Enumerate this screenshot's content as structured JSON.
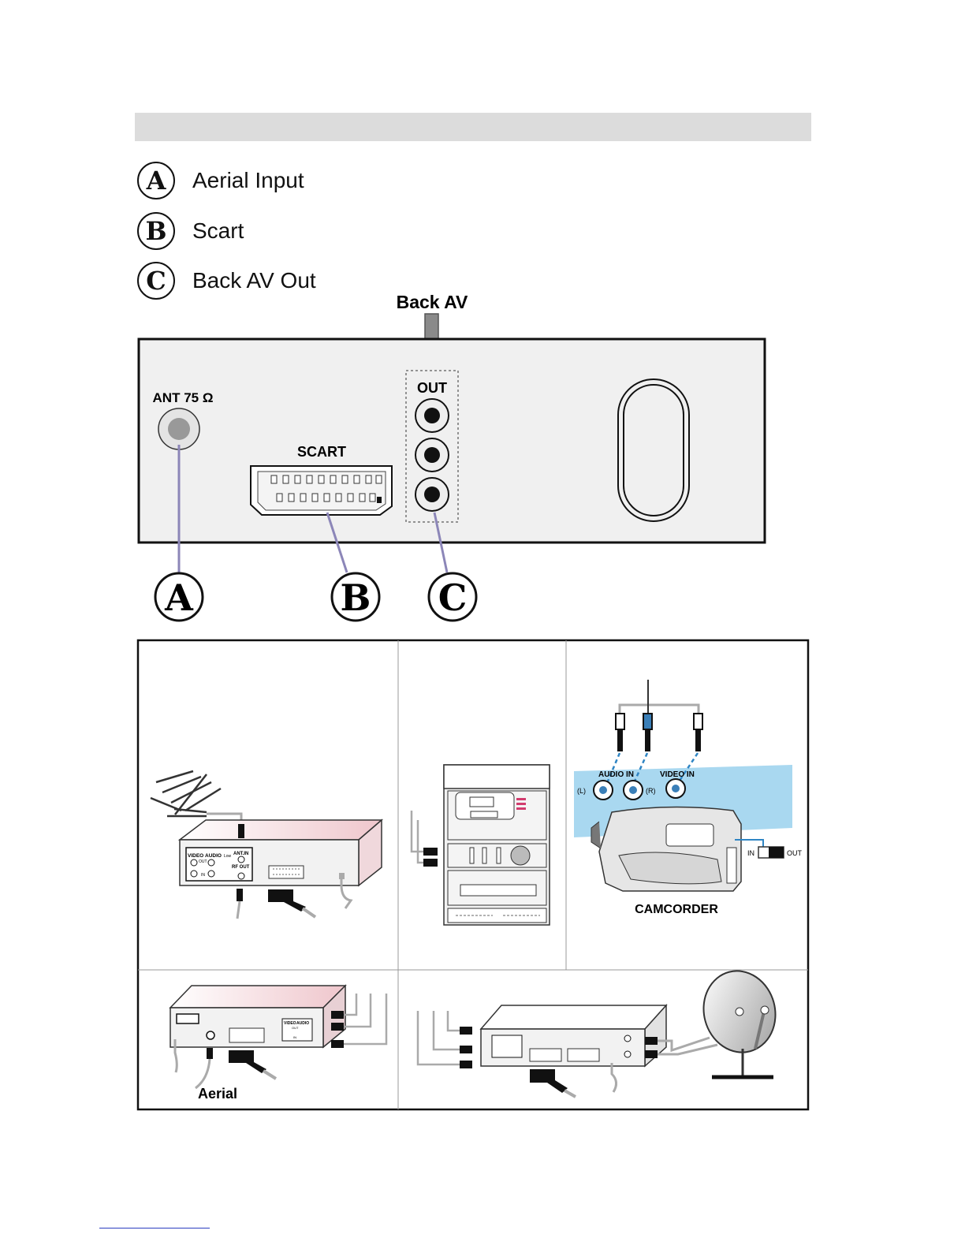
{
  "legend": [
    {
      "badge": "A",
      "label": "Aerial Input"
    },
    {
      "badge": "B",
      "label": "Scart"
    },
    {
      "badge": "C",
      "label": "Back AV Out"
    }
  ],
  "panel": {
    "arrow_label": "Back AV",
    "ant_label": "ANT 75 Ω",
    "scart_label": "SCART",
    "out_label": "OUT",
    "callouts": [
      "A",
      "B",
      "C"
    ]
  },
  "connections": {
    "vcr_front": {
      "video": "VIDEO",
      "audio": "AUDIO",
      "out": "OUT",
      "in": "IN",
      "low": "Low",
      "ant_in": "ANT.IN",
      "rf_out": "RF OUT"
    },
    "camcorder": {
      "audio_in": "AUDIO  IN",
      "video_in": "VIDEO IN",
      "left": "(L)",
      "right": "(R)",
      "switch_in": "IN",
      "switch_out": "OUT",
      "name": "CAMCORDER"
    },
    "aerial_label": "Aerial",
    "vcr_small": {
      "video": "VIDEO",
      "audio": "AUDIO",
      "out": "OUT",
      "in": "IN"
    }
  },
  "colors": {
    "callout_line": "#8c86b8",
    "header_bar": "#dcdcdc",
    "camcorder_panel": "#a9d8f0",
    "device_top": "#f3dade",
    "arrow": "#8a8a8a"
  }
}
